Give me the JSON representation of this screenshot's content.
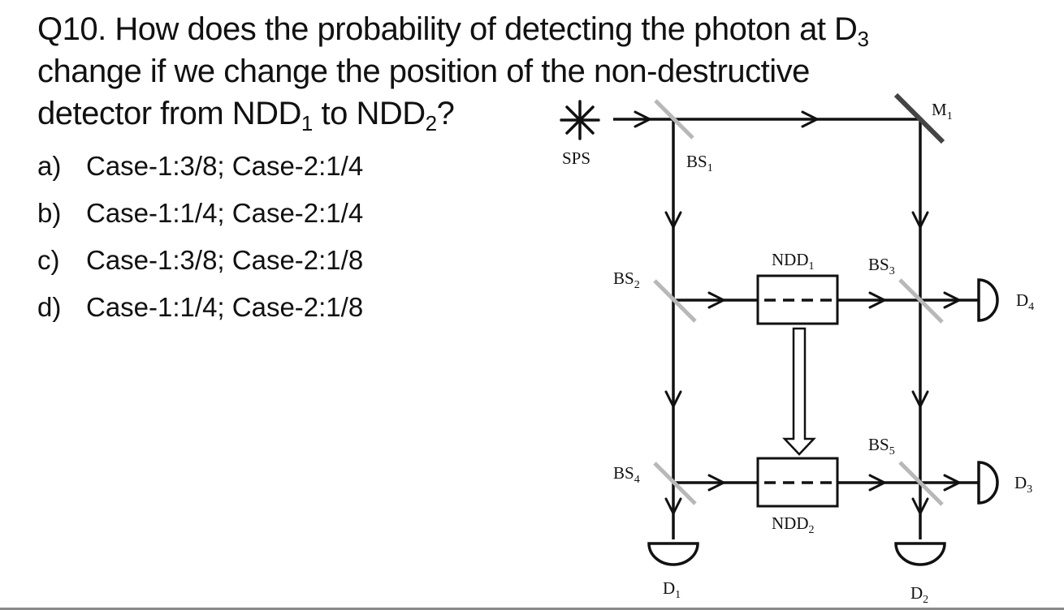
{
  "question": {
    "line1": "Q10. How does the probability of detecting the photon at D",
    "line1_sub": "3",
    "line2": "change if we change the position of the non-destructive",
    "line3a": "detector from NDD",
    "line3_sub1": "1",
    "line3b": " to NDD",
    "line3_sub2": "2",
    "line3c": "?"
  },
  "options": [
    {
      "letter": "a)",
      "text": "Case-1:3/8; Case-2:1/4"
    },
    {
      "letter": "b)",
      "text": "Case-1:1/4; Case-2:1/4"
    },
    {
      "letter": "c)",
      "text": "Case-1:3/8; Case-2:1/8"
    },
    {
      "letter": "d)",
      "text": "Case-1:1/4; Case-2:1/8"
    }
  ],
  "diagram": {
    "labels": {
      "sps": "SPS",
      "m1": {
        "main": "M",
        "sub": "1"
      },
      "bs1": {
        "main": "BS",
        "sub": "1"
      },
      "bs2": {
        "main": "BS",
        "sub": "2"
      },
      "bs3": {
        "main": "BS",
        "sub": "3"
      },
      "bs4": {
        "main": "BS",
        "sub": "4"
      },
      "bs5": {
        "main": "BS",
        "sub": "5"
      },
      "ndd1": {
        "main": "NDD",
        "sub": "1"
      },
      "ndd2": {
        "main": "NDD",
        "sub": "2"
      },
      "d1": {
        "main": "D",
        "sub": "1"
      },
      "d2": {
        "main": "D",
        "sub": "2"
      },
      "d3": {
        "main": "D",
        "sub": "3"
      },
      "d4": {
        "main": "D",
        "sub": "4"
      }
    },
    "colors": {
      "beam": "#111111",
      "splitter": "#b8b8b8",
      "mirror": "#444444"
    }
  }
}
